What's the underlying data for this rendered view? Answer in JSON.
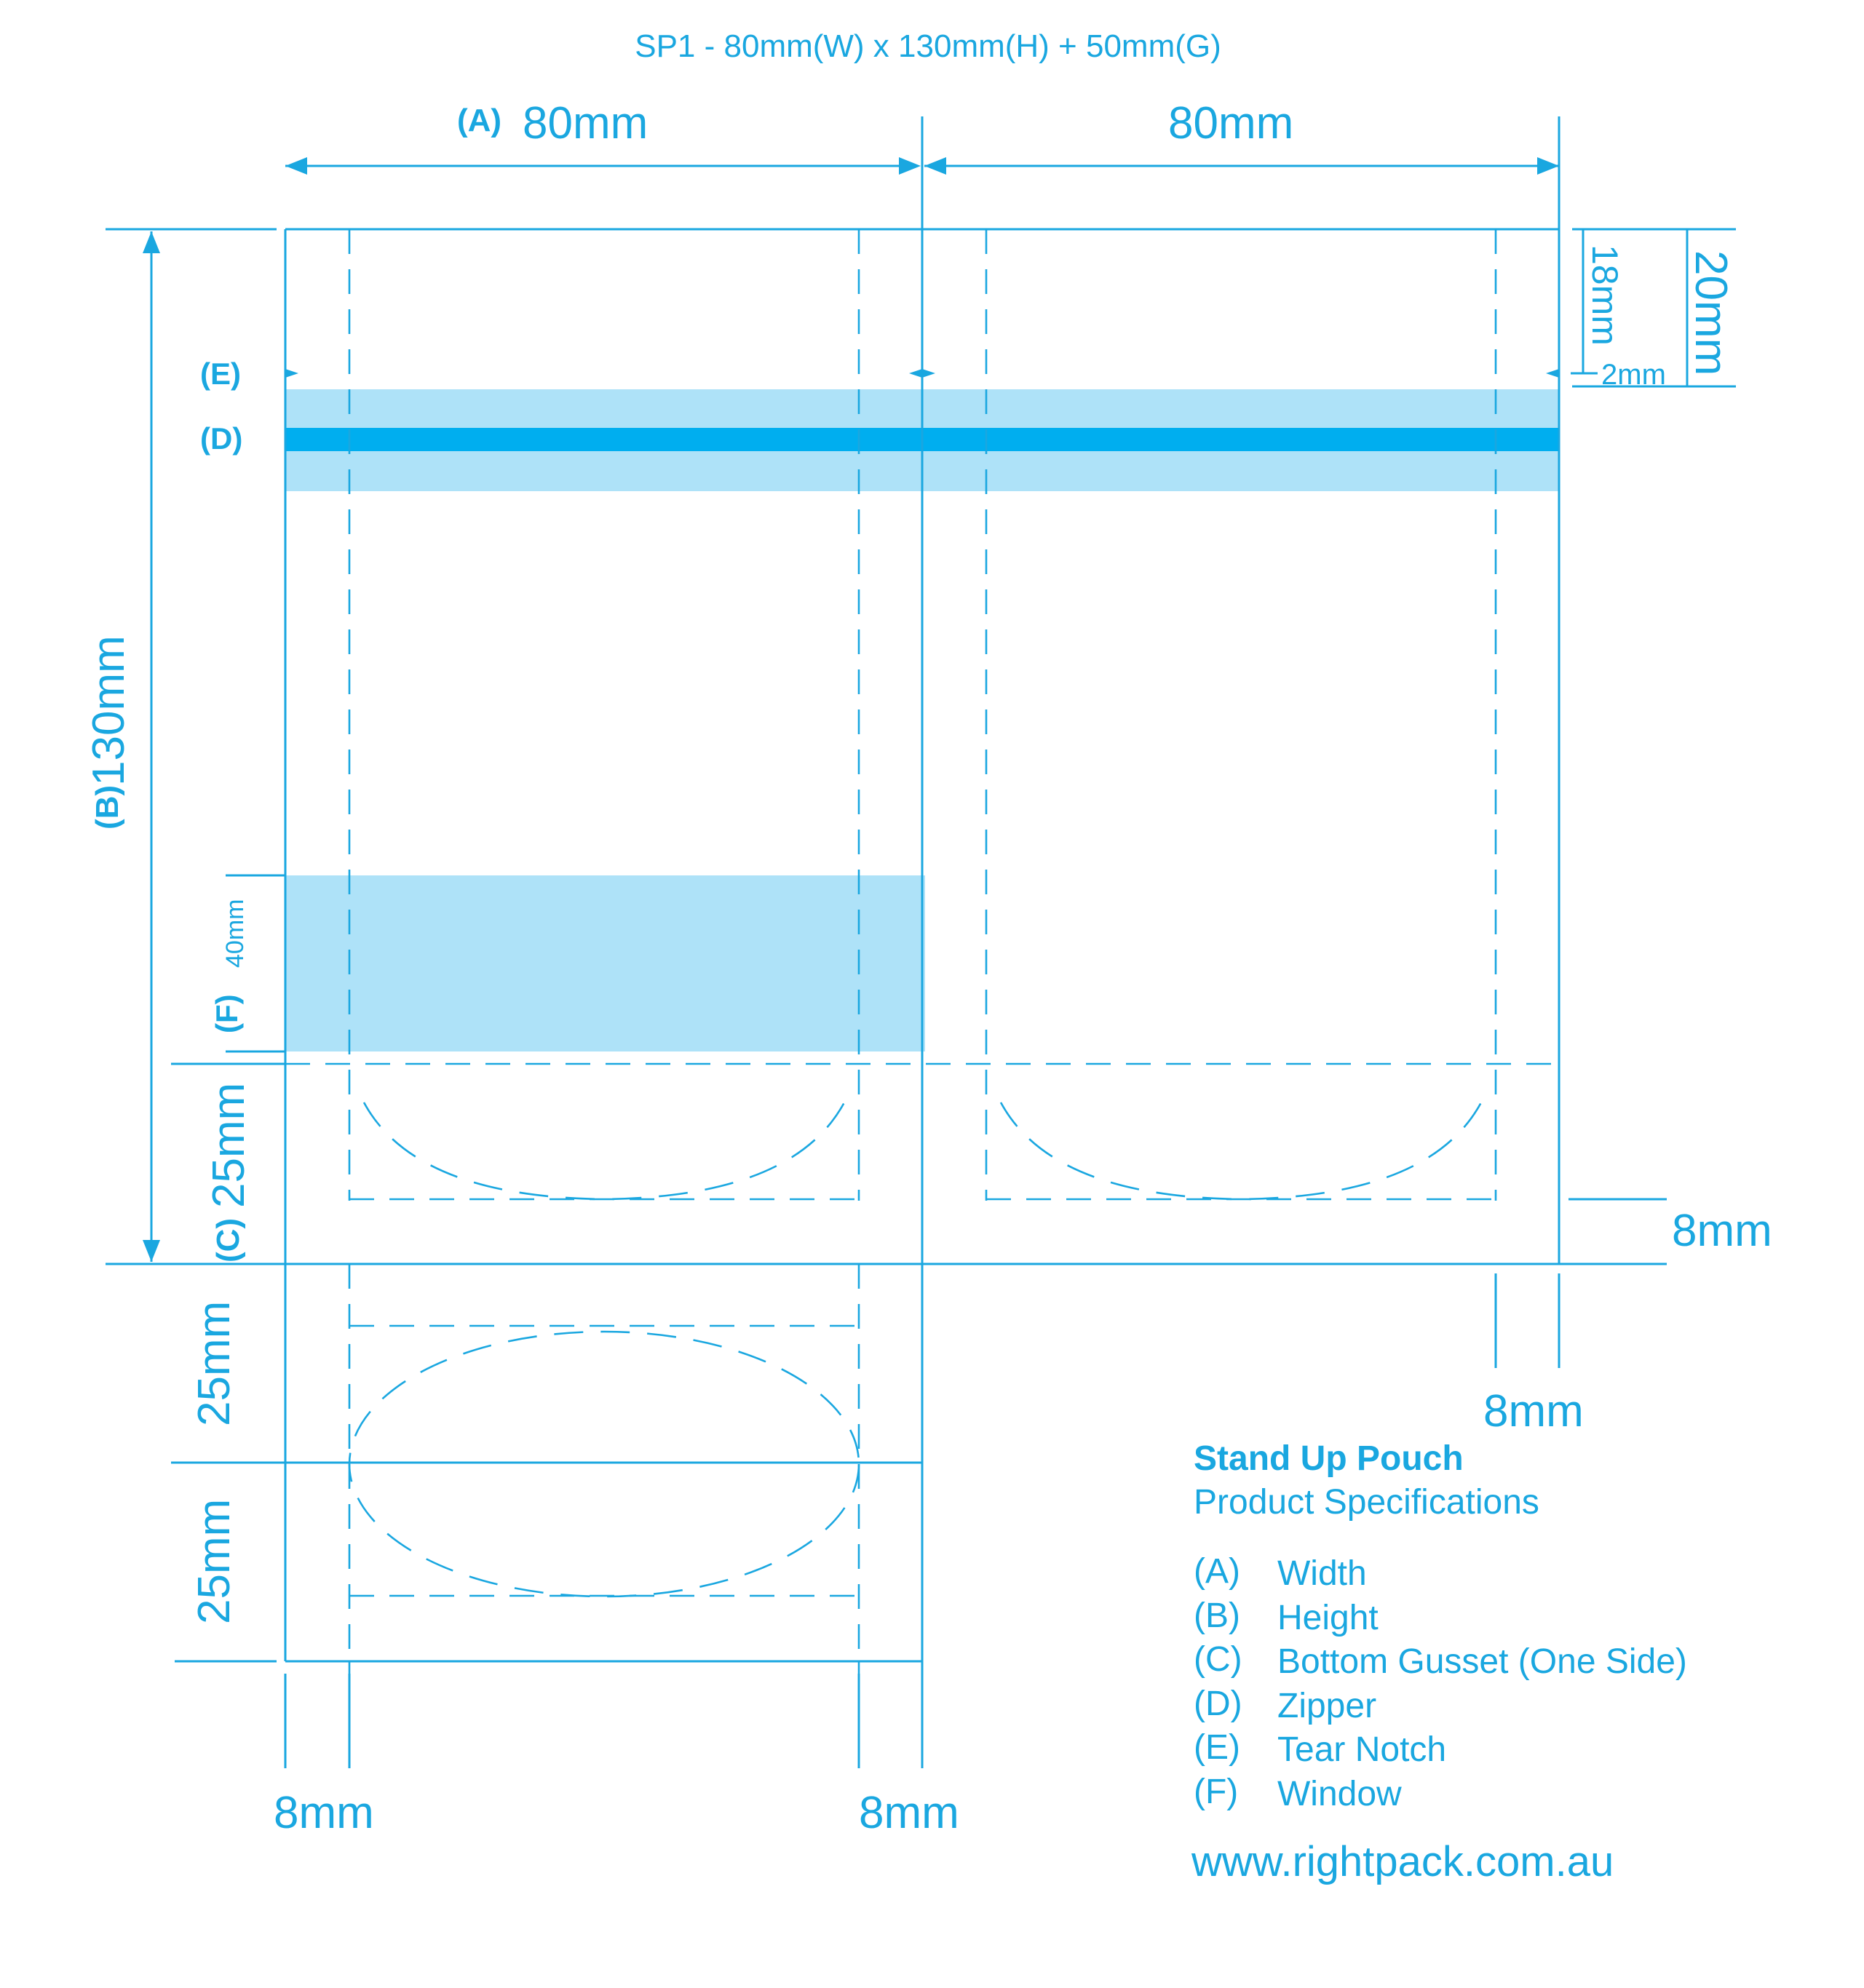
{
  "title": "SP1 - 80mm(W) x 130mm(H) + 50mm(G)",
  "colors": {
    "line": "#1aa7e0",
    "zipper_band": "#00aeef",
    "light_fill": "#aee2f8"
  },
  "dimensions": {
    "width_marker": "(A)",
    "width_value": "80mm",
    "width_value_back": "80mm",
    "height_marker": "(B)",
    "height_value": "130mm",
    "gusset_marker": "(C)",
    "gusset_value": "25mm",
    "gusset_front": "25mm",
    "gusset_back": "25mm",
    "window_marker": "(F)",
    "window_value": "40mm",
    "tear_to_top": "18mm",
    "zipper_to_top": "20mm",
    "zipper_gap": "2mm",
    "side_seal_right": "8mm",
    "seal_below_right": "8mm",
    "seal_bottom_left": "8mm",
    "seal_bottom_right": "8mm"
  },
  "markers": {
    "tear_notch": "(E)",
    "zipper": "(D)"
  },
  "legend": {
    "title": "Stand Up Pouch",
    "subtitle": "Product Specifications",
    "items": [
      {
        "code": "(A)",
        "label": "Width"
      },
      {
        "code": "(B)",
        "label": "Height"
      },
      {
        "code": "(C)",
        "label": "Bottom Gusset (One Side)"
      },
      {
        "code": "(D)",
        "label": "Zipper"
      },
      {
        "code": "(E)",
        "label": "Tear Notch"
      },
      {
        "code": "(F)",
        "label": "Window"
      }
    ]
  },
  "website": "www.rightpack.com.au"
}
